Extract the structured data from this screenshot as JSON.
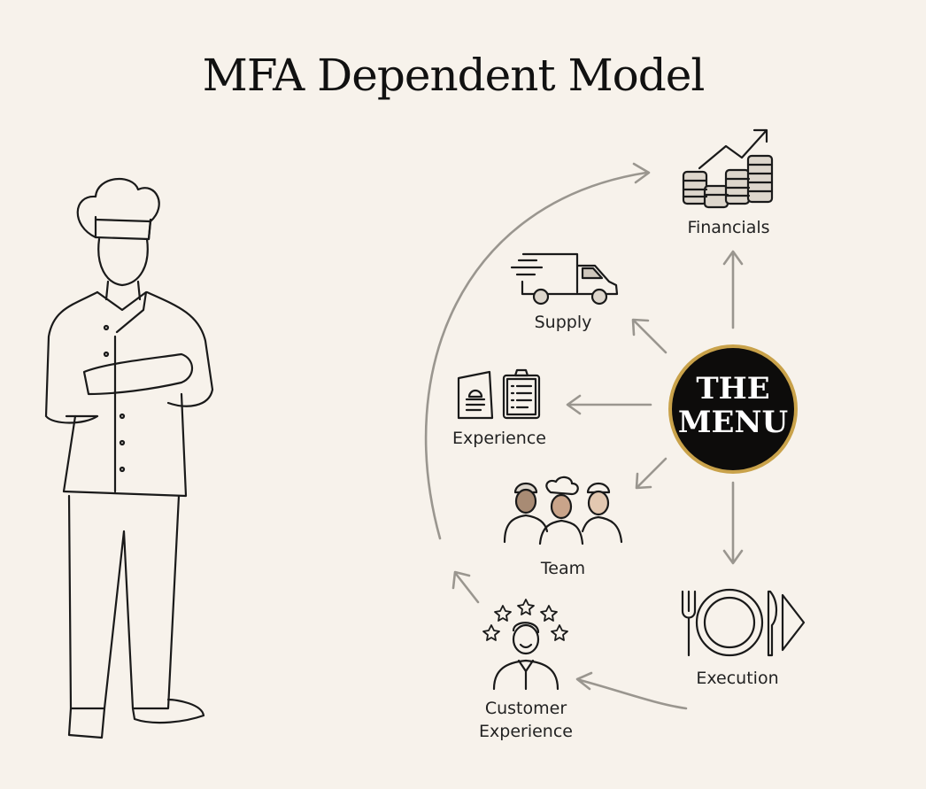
{
  "title": "MFA Dependent Model",
  "center": {
    "line1": "THE",
    "line2": "MENU",
    "fill_color": "#0d0c0b",
    "ring_color": "#c9a24a"
  },
  "nodes": {
    "financials": "Financials",
    "supply": "Supply",
    "experience": "Experience",
    "team": "Team",
    "execution": "Execution",
    "customer_line1": "Customer",
    "customer_line2": "Experience"
  },
  "colors": {
    "background": "#f7f2eb",
    "arrow": "#9a968f",
    "ink": "#1a1a1a"
  }
}
